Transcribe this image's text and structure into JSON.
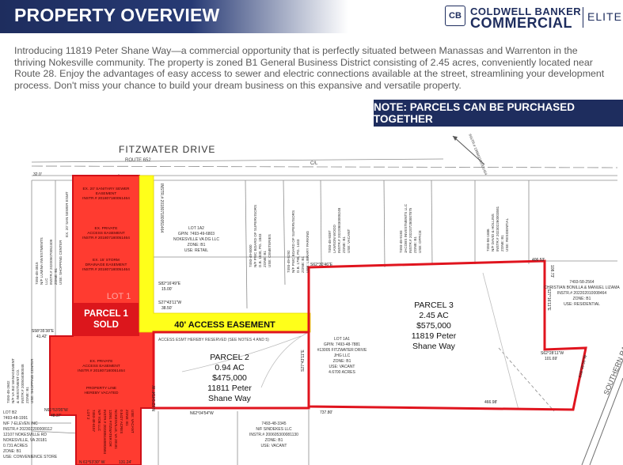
{
  "header": {
    "title": "PROPERTY OVERVIEW",
    "logo": {
      "mark": "CB",
      "line1": "COLDWELL BANKER",
      "line2": "COMMERCIAL",
      "tier": "ELITE"
    }
  },
  "intro": "Introducing 11819 Peter Shane Way—a commercial opportunity that is perfectly situated between Manassas and Warrenton in the thriving Nokesville community. The property is zoned B1 General Business District consisting of 2.45 acres, conveniently located near Route 28. Enjoy the advantages of easy access to sewer and electric connections available at the street, streamlining your development process. Don't miss your chance to build your dream business on this expansive and versatile property.",
  "note": "NOTE: PARCELS CAN BE PURCHASED TOGETHER",
  "colors": {
    "navy": "#1e2d5e",
    "parcel1_fill": "#ff3b30",
    "parcel_border": "#e0141e",
    "easement": "#ffff1a"
  },
  "map": {
    "road": {
      "name": "FITZWATER DRIVE",
      "route": "ROUTE 652",
      "cl": "C/L"
    },
    "railroad": "SOUTHERN RAILROAD",
    "easement_label": "40' ACCESS EASEMENT",
    "access_note": "ACCESS ESMT HEREBY RESERVED  (SEE NOTES 4 AND 5)",
    "parcels": {
      "p1": {
        "name": "PARCEL 1",
        "status": "SOLD",
        "ghost": "LOT 1"
      },
      "p2": {
        "name": "PARCEL 2",
        "acres": "0.94 AC",
        "price": "$475,000",
        "addr1": "11811 Peter",
        "addr2": "Shane Way"
      },
      "p3": {
        "name": "PARCEL 3",
        "acres": "2.45 AC",
        "price": "$575,000",
        "addr1": "11819 Peter",
        "addr2": "Shane Way"
      }
    },
    "labels": {
      "sewer": [
        "EX. 20' SANITARY SEWER",
        "EASEMENT",
        "INSTR.# 201807180051464"
      ],
      "private_access": [
        "EX. PRIVATE",
        "ACCESS EASEMENT",
        "INSTR.# 201807180051464"
      ],
      "storm": [
        "EX. 15' STORM",
        "DRAINAGE EASEMENT",
        "INSTR.# 201807180051464"
      ],
      "private_access_2": [
        "EX. PRIVATE",
        "ACCESS EASEMENT",
        "INSTR.# 201807180051464"
      ],
      "vacated": [
        "PROPERTY LINE",
        "HEREBY VACATED"
      ],
      "lot1a2": [
        "LOT 1A2",
        "GPIN: 7493-49-6803",
        "NOKESVILLE VA DG LLC",
        "ZONE: B1",
        "USE: RETAIL"
      ],
      "lot1a1": [
        "LOT 1A1",
        "GPIN: 7493-48-7881",
        "#13005 FITZWATER DRIVE",
        "JHG LLC",
        "ZONE: B1",
        "USE: VACANT",
        "4.6700 ACRES"
      ],
      "sindekes": [
        "7493-48-3345",
        "N/F SINDEKES LLC",
        "INSTR.# 200605300081130",
        "ZONE: B1",
        "USE: VACANT"
      ],
      "bonilla": [
        "7493-58-2564",
        "CHRISTIAN BONILLA & MANUEL LIZAMA",
        "INSTR.# 202202010008464",
        "ZONE: B1",
        "USE: RESIDENTIAL"
      ],
      "lot_b2": [
        "LOT B2",
        "7493-48-1991",
        "N/F 7-ELEVEN INC",
        "INSTR.# 202302200008112",
        "12107 NOKESVILLE RD",
        "NOKESVILLE, VA 20181",
        "0.731 ACRES",
        "ZONE: B1",
        "USE: CONVENIENCE STORE"
      ],
      "west_parcel": [
        "7493-48-2602",
        "N/F VA BIZ MANAGEMENT",
        "& INVESTMENT CO.",
        "INSTR.# 200504080048",
        "ZONE: B1",
        "USE: SHOPPING CENTER"
      ],
      "west_top": [
        "7493-48-3815",
        "N/F LUMINA INVESTMENTS",
        "LLC",
        "INSTR.# 202005070052409",
        "ZONE: B1",
        "USE: SHOPPING CENTER"
      ],
      "sewer_west": [
        "EX. 20' SAN SEWER ESMT"
      ],
      "pwcsb_1": [
        "7493-49-8000",
        "N/F PWC BOARD OF SUPERVISORS",
        "D.B. 1830, PG. 1843",
        "ZONE: B1",
        "USE: CEMETERIES"
      ],
      "pwcsb_2": [
        "7493-49-8292",
        "N/F PWC BOARD OF SUPERVISORS",
        "D.B. 1795, PG. 1443",
        "ZONE: B1",
        "USE: LIBRARY PARKING"
      ],
      "lawson": [
        "7493-48-9397",
        "LAWSON WOOD",
        "INSTR.# 202208030008248",
        "ZONE: B1",
        "USE: VACANT"
      ],
      "jacobs": [
        "7493-48-9193",
        "JACOBS INVESTMENTS LLC",
        "INSTR.# 202207280007875",
        "ZONE: B1",
        "USE: OFFICE"
      ],
      "mccaffrey": [
        "7493-58-1686",
        "N/F DAVID & HOLLINS",
        "INSTR.# 202302260003581",
        "ZONE: B1",
        "USE: RESIDENTIAL"
      ],
      "instr_right": [
        "INSTR.# 199801150001464"
      ],
      "lot2": [
        "LOT 2",
        "7493-48-6157",
        "N/F YDB LLC",
        "INSTR.# 202305160003584",
        "12091 FITZWATER DR",
        "NOKESVILLE, VA 20181",
        "0.5427 ACRES",
        "ZONE: B1",
        "USE: VACANT"
      ],
      "instr_middle": [
        "INSTR.# 201807180051464"
      ]
    },
    "bearings": {
      "b1": "S82°16'49\"E",
      "b1d": "15.00'",
      "b2": "S27°43'11\"W",
      "b2d": "38.50'",
      "b3": "S58°35'38\"E",
      "b3d": "41.42'",
      "b4": "N61°53'05\"W",
      "b4d": "48.37'",
      "b5": "N 61°53'30\" W",
      "b5d": "131.24'",
      "b6": "N62°04'54\"W",
      "b7": "S27°43'11\"E",
      "b8": "S62°30'46\"E",
      "b8d": "406.53'",
      "b9": "S27°16'11\"E",
      "b9d": "108.73'",
      "b10": "S62°28'11\"W",
      "b10d": "101.69'",
      "b11": "N 62°04'54\" W",
      "b11d": "466.98'",
      "b12": "737.80'",
      "b13": "S28°35'55\"W",
      "b14": "32.0'"
    }
  }
}
